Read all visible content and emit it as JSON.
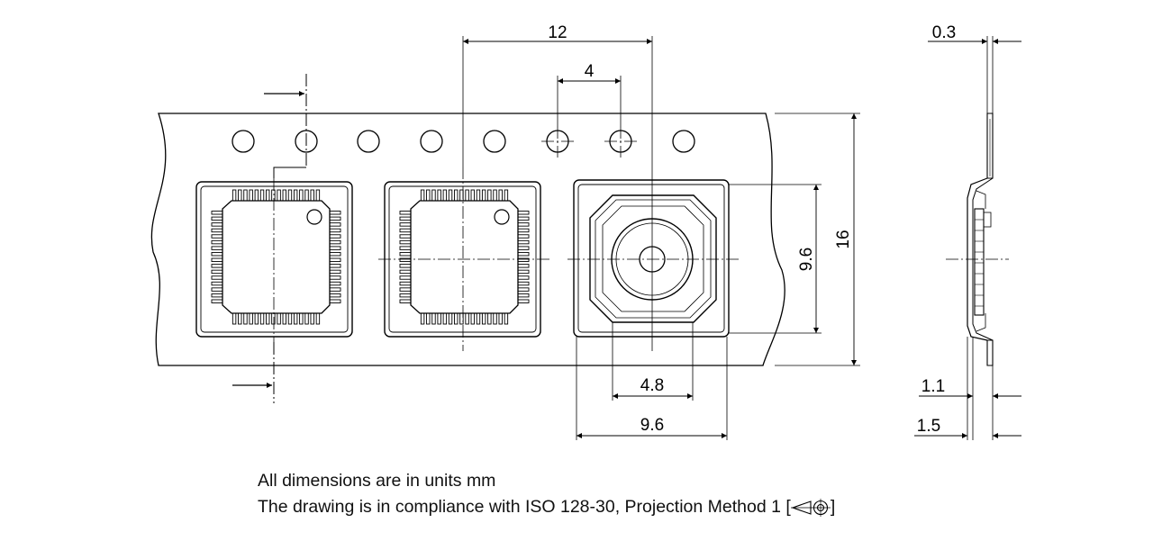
{
  "dimensions": {
    "pitch_12": "12",
    "hole_pitch_4": "4",
    "tape_width_16": "16",
    "pocket_height_9_6": "9.6",
    "pocket_depth_4_8": "4.8",
    "pocket_width_9_6": "9.6",
    "thickness_0_3": "0.3",
    "dim_1_1": "1.1",
    "dim_1_5": "1.5"
  },
  "notes": {
    "units": "All dimensions are in units mm",
    "compliance_prefix": "The drawing is in compliance with ISO 128-30, Projection Method 1 [",
    "compliance_suffix": "]"
  },
  "drawing": {
    "holes_count": 8,
    "components": [
      "qfp-package",
      "qfp-package",
      "empty-pocket"
    ]
  }
}
